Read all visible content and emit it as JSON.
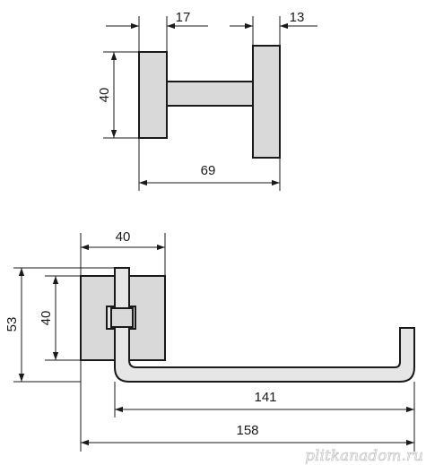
{
  "views": {
    "side_view": {
      "dims": {
        "plate_thickness": "17",
        "post_thickness": "13",
        "plate_height": "40",
        "depth": "69"
      }
    },
    "front_view": {
      "dims": {
        "plate_width": "40",
        "overall_height": "53",
        "plate_height": "40",
        "arm_length": "141",
        "overall_length": "158"
      }
    }
  },
  "watermark": "plitkanadom.ru"
}
